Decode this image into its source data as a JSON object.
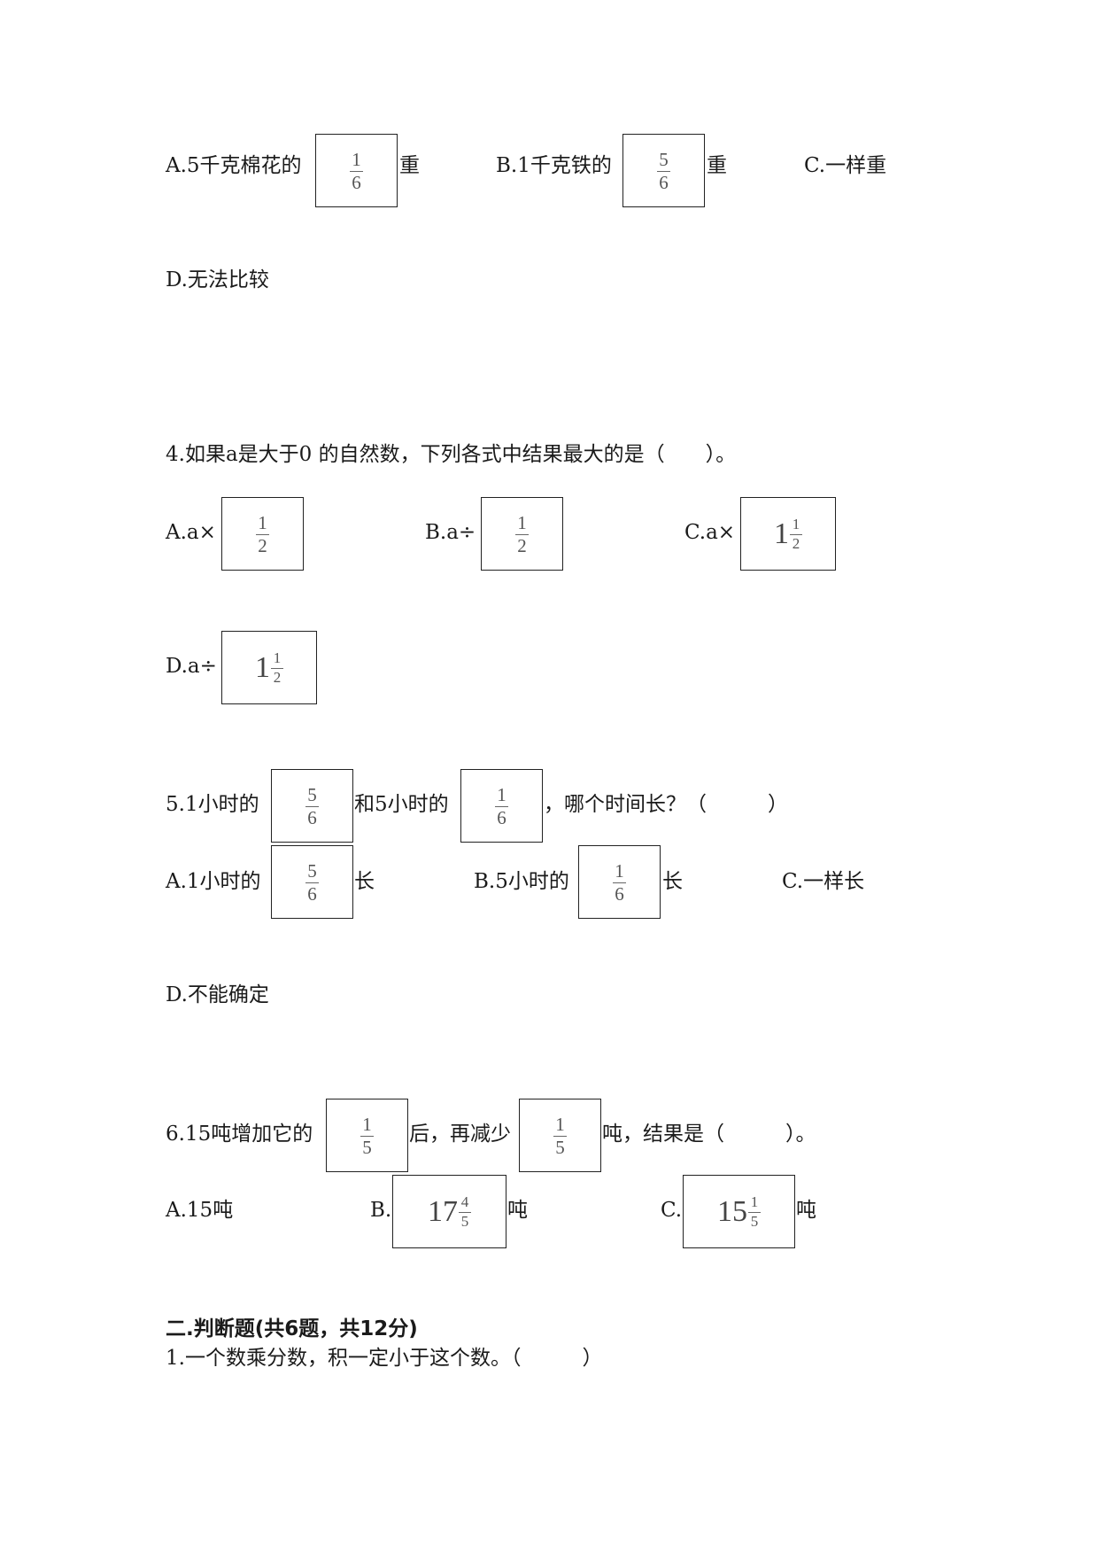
{
  "q3": {
    "opt_a_pre": "A.5千克棉花的",
    "opt_a_frac": {
      "num": "1",
      "den": "6"
    },
    "opt_a_post": "重",
    "opt_b_pre": "B.1千克铁的",
    "opt_b_frac": {
      "num": "5",
      "den": "6"
    },
    "opt_b_post": "重",
    "opt_c": "C.一样重",
    "opt_d": "D.无法比较"
  },
  "q4": {
    "stem": "4.如果a是大于0 的自然数，下列各式中结果最大的是（　　）。",
    "opt_a_pre": "A.a×",
    "opt_a_frac": {
      "num": "1",
      "den": "2"
    },
    "opt_b_pre": "B.a÷",
    "opt_b_frac": {
      "num": "1",
      "den": "2"
    },
    "opt_c_pre": "C.a×",
    "opt_c_mixed": {
      "whole": "1",
      "num": "1",
      "den": "2"
    },
    "opt_d_pre": "D.a÷",
    "opt_d_mixed": {
      "whole": "1",
      "num": "1",
      "den": "2"
    }
  },
  "q5": {
    "stem_pre": "5.1小时的",
    "stem_frac1": {
      "num": "5",
      "den": "6"
    },
    "stem_mid": "和5小时的",
    "stem_frac2": {
      "num": "1",
      "den": "6"
    },
    "stem_post": "，哪个时间长？（　　　）",
    "opt_a_pre": "A.1小时的",
    "opt_a_frac": {
      "num": "5",
      "den": "6"
    },
    "opt_a_post": "长",
    "opt_b_pre": "B.5小时的",
    "opt_b_frac": {
      "num": "1",
      "den": "6"
    },
    "opt_b_post": "长",
    "opt_c": "C.一样长",
    "opt_d": "D.不能确定"
  },
  "q6": {
    "stem_pre": "6.15吨增加它的",
    "stem_frac1": {
      "num": "1",
      "den": "5"
    },
    "stem_mid": "后，再减少",
    "stem_frac2": {
      "num": "1",
      "den": "5"
    },
    "stem_post": "吨，结果是（　　　）。",
    "opt_a": "A.15吨",
    "opt_b_pre": "B.",
    "opt_b_mixed": {
      "whole": "17",
      "num": "4",
      "den": "5"
    },
    "opt_b_post": "吨",
    "opt_c_pre": "C.",
    "opt_c_mixed": {
      "whole": "15",
      "num": "1",
      "den": "5"
    },
    "opt_c_post": "吨"
  },
  "section2": {
    "heading": "二.判断题(共6题，共12分)",
    "q1": "1.一个数乘分数，积一定小于这个数。（　　　）"
  }
}
